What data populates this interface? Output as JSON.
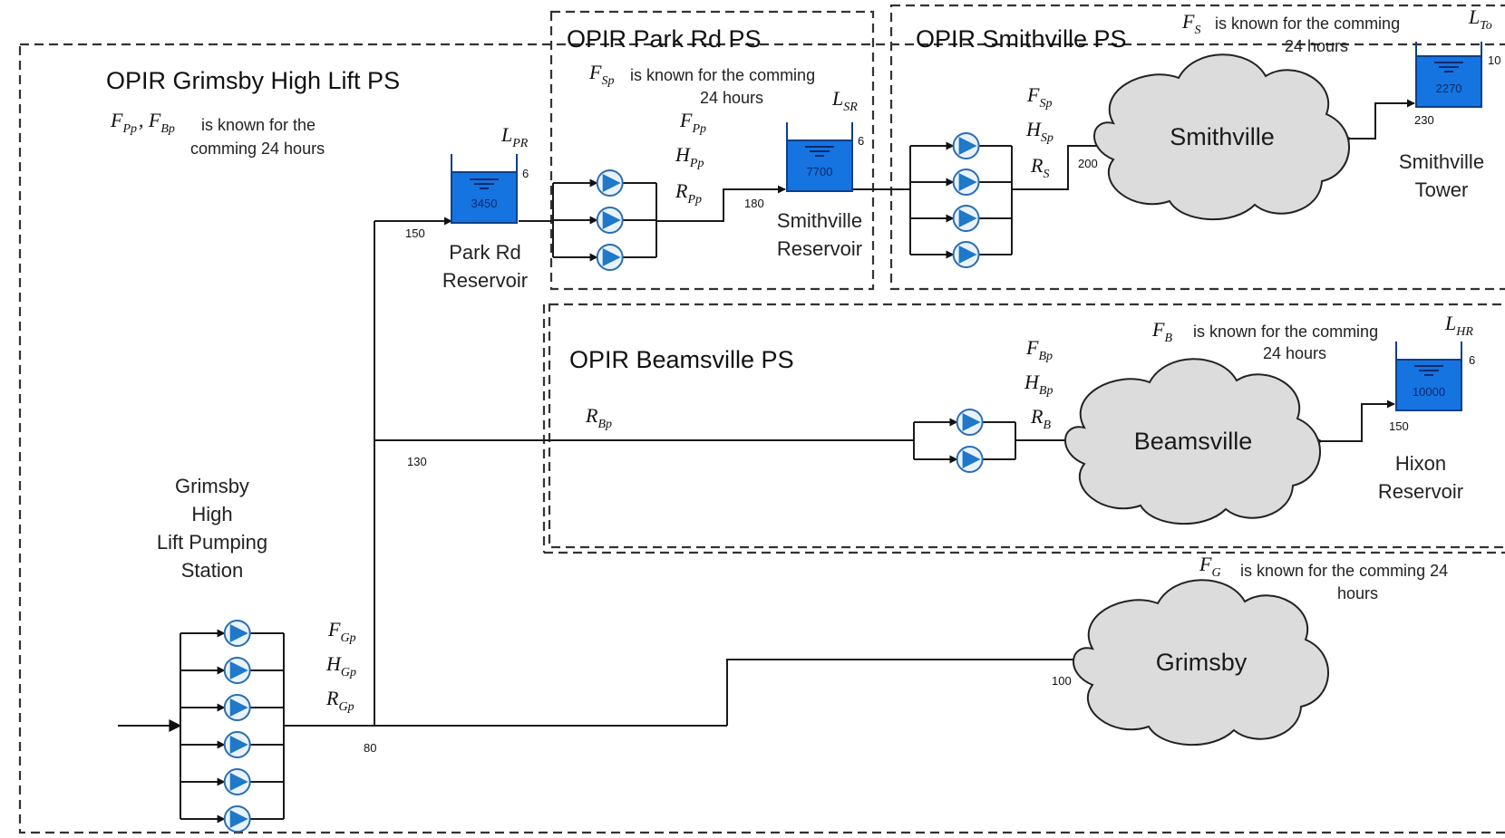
{
  "zones": {
    "grimsby_high_lift": {
      "title": "OPIR Grimsby High Lift PS",
      "note_vars": [
        {
          "s": "F",
          "sub": "Pp"
        },
        {
          "s": ", "
        },
        {
          "s": "F",
          "sub": "Bp"
        }
      ],
      "note_line1": "is known for the",
      "note_line2": "comming 24 hours"
    },
    "park_rd": {
      "title": "OPIR Park Rd PS",
      "note_vars": [
        {
          "s": "F",
          "sub": "Sp"
        }
      ],
      "note_line1": "is known for the comming",
      "note_line2": "24 hours"
    },
    "smithville": {
      "title": "OPIR Smithville PS",
      "note_vars": [
        {
          "s": "F",
          "sub": "S"
        }
      ],
      "note_line1": "is known for the comming",
      "note_line2": "24 hours"
    },
    "beamsville": {
      "title": "OPIR Beamsville PS",
      "note_vars": [
        {
          "s": "F",
          "sub": "B"
        }
      ],
      "note_line1": "is known for the comming",
      "note_line2": "24 hours"
    }
  },
  "grimsby_note": {
    "vars": [
      {
        "s": "F",
        "sub": "G"
      }
    ],
    "line1": "is known for the comming 24",
    "line2": "hours"
  },
  "tanks": {
    "park_rd": {
      "value": "3450",
      "max": "6",
      "level_var": {
        "s": "L",
        "sub": "PR"
      },
      "label": [
        "Park Rd",
        "Reservoir"
      ]
    },
    "smithville_res": {
      "value": "7700",
      "max": "6",
      "level_var": {
        "s": "L",
        "sub": "SR"
      },
      "label": [
        "Smithville",
        "Reservoir"
      ]
    },
    "smithville_tower": {
      "value": "2270",
      "max": "10",
      "min": "230",
      "level_var": {
        "s": "L",
        "sub": "To"
      },
      "label": [
        "Smithville",
        "Tower"
      ]
    },
    "hixon": {
      "value": "10000",
      "max": "6",
      "min": "150",
      "level_var": {
        "s": "L",
        "sub": "HR"
      },
      "label": [
        "Hixon",
        "Reservoir"
      ]
    }
  },
  "stations": {
    "grimsby": {
      "label": [
        "Grimsby",
        "High",
        "Lift Pumping",
        "Station"
      ],
      "pump_count": 6
    },
    "park_rd": {
      "pump_count": 3
    },
    "smithville": {
      "pump_count": 4
    },
    "beamsville": {
      "pump_count": 2
    }
  },
  "variables": {
    "grimsby": [
      {
        "s": "F",
        "sub": "Gp"
      },
      {
        "s": "H",
        "sub": "Gp"
      },
      {
        "s": "R",
        "sub": "Gp"
      }
    ],
    "park_rd": [
      {
        "s": "F",
        "sub": "Pp"
      },
      {
        "s": "H",
        "sub": "Pp"
      },
      {
        "s": "R",
        "sub": "Pp"
      }
    ],
    "smithville": [
      {
        "s": "F",
        "sub": "Sp"
      },
      {
        "s": "H",
        "sub": "Sp"
      },
      {
        "s": "R",
        "sub": "S"
      }
    ],
    "beamsville": [
      {
        "s": "F",
        "sub": "Bp"
      },
      {
        "s": "H",
        "sub": "Bp"
      },
      {
        "s": "R",
        "sub": "B"
      }
    ],
    "beamsville_line": {
      "s": "R",
      "sub": "Bp"
    }
  },
  "elevations": {
    "grimsby_out": "80",
    "park_rd_in": "150",
    "beamsville_line": "130",
    "smithville_res_in": "180",
    "smithville_city": "200",
    "grimsby_city": "100"
  },
  "cities": {
    "smithville": "Smithville",
    "beamsville": "Beamsville",
    "grimsby": "Grimsby"
  },
  "colors": {
    "tank_water": "#1574e0",
    "pump_fill": "#1f78c8",
    "cloud_fill": "#dcdcdc",
    "line": "#1a1a1a"
  }
}
